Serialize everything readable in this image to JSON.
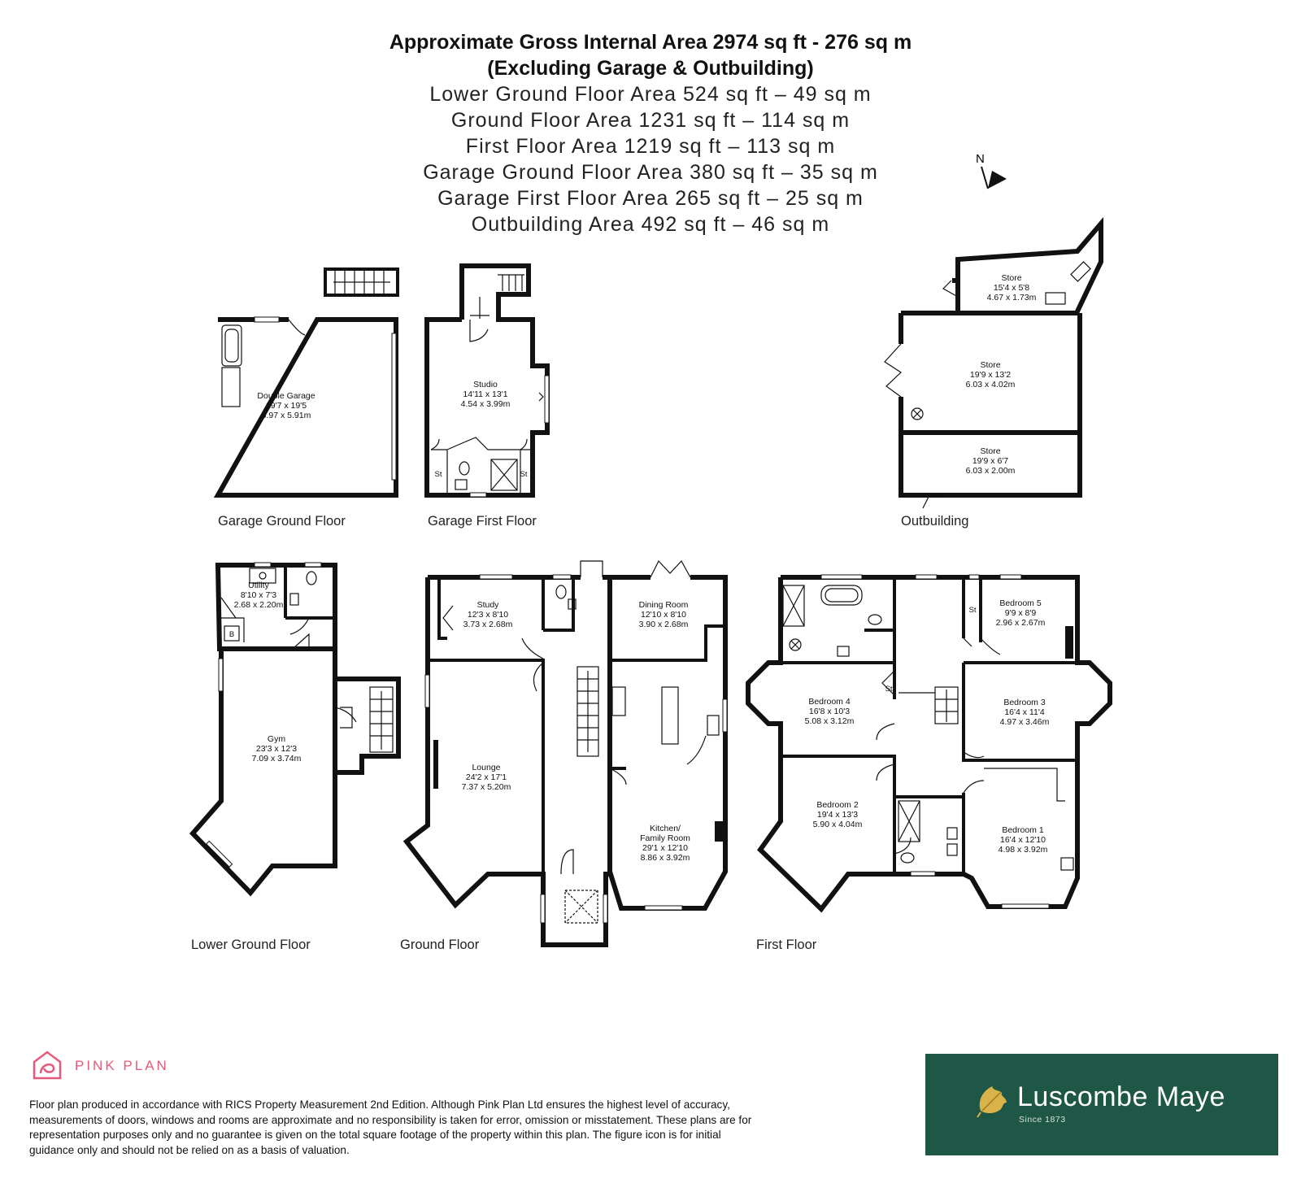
{
  "header": {
    "title_line1": "Approximate Gross Internal Area 2974 sq ft - 276 sq m",
    "title_line2": "(Excluding Garage & Outbuilding)",
    "areas": [
      "Lower Ground Floor Area 524 sq ft – 49 sq m",
      "Ground Floor Area 1231 sq ft – 114 sq m",
      "First Floor Area 1219 sq ft – 113 sq m",
      "Garage Ground Floor Area 380 sq ft – 35 sq m",
      "Garage First Floor Area 265 sq ft – 25 sq m",
      "Outbuilding Area 492 sq ft – 46 sq m"
    ]
  },
  "compass": {
    "label": "N",
    "icon": "north-arrow-icon"
  },
  "floor_labels": {
    "garage_ground": "Garage Ground Floor",
    "garage_first": "Garage First Floor",
    "outbuilding": "Outbuilding",
    "lower_ground": "Lower Ground Floor",
    "ground": "Ground Floor",
    "first": "First Floor"
  },
  "rooms": {
    "double_garage": {
      "name": "Double Garage",
      "imperial": "19'7 x 19'5",
      "metric": "5.97 x 5.91m"
    },
    "studio": {
      "name": "Studio",
      "imperial": "14'11 x 13'1",
      "metric": "4.54 x 3.99m"
    },
    "store_top": {
      "name": "Store",
      "imperial": "15'4 x 5'8",
      "metric": "4.67 x 1.73m"
    },
    "store_mid": {
      "name": "Store",
      "imperial": "19'9 x 13'2",
      "metric": "6.03 x 4.02m"
    },
    "store_bottom": {
      "name": "Store",
      "imperial": "19'9 x 6'7",
      "metric": "6.03 x 2.00m"
    },
    "utility": {
      "name": "Utility",
      "imperial": "8'10 x 7'3",
      "metric": "2.68 x 2.20m"
    },
    "gym": {
      "name": "Gym",
      "imperial": "23'3 x 12'3",
      "metric": "7.09 x 3.74m"
    },
    "study": {
      "name": "Study",
      "imperial": "12'3 x 8'10",
      "metric": "3.73 x 2.68m"
    },
    "dining": {
      "name": "Dining Room",
      "imperial": "12'10 x 8'10",
      "metric": "3.90 x 2.68m"
    },
    "lounge": {
      "name": "Lounge",
      "imperial": "24'2 x 17'1",
      "metric": "7.37 x 5.20m"
    },
    "kitchen": {
      "name": "Kitchen/",
      "name2": "Family Room",
      "imperial": "29'1 x 12'10",
      "metric": "8.86 x 3.92m"
    },
    "bedroom4": {
      "name": "Bedroom 4",
      "imperial": "16'8 x 10'3",
      "metric": "5.08 x 3.12m"
    },
    "bedroom5": {
      "name": "Bedroom 5",
      "imperial": "9'9 x 8'9",
      "metric": "2.96 x 2.67m"
    },
    "bedroom3": {
      "name": "Bedroom 3",
      "imperial": "16'4 x 11'4",
      "metric": "4.97 x 3.46m"
    },
    "bedroom2": {
      "name": "Bedroom 2",
      "imperial": "19'4 x 13'3",
      "metric": "5.90 x 4.04m"
    },
    "bedroom1": {
      "name": "Bedroom 1",
      "imperial": "16'4 x 12'10",
      "metric": "4.98 x 3.92m"
    }
  },
  "small_marks": {
    "st": "St",
    "b": "B"
  },
  "footer": {
    "brand": "PINK PLAN",
    "brand_color": "#e55a7b",
    "disclaimer": "Floor plan produced in accordance with RICS Property Measurement 2nd Edition. Although Pink Plan Ltd ensures the highest level of accuracy, measurements of doors, windows and rooms are approximate and no responsibility is taken for error, omission or misstatement. These plans are for representation purposes only and no guarantee is given on the total square footage of the property within this plan. The figure icon is for initial guidance only and should not be relied on as a basis of valuation.",
    "agent_name": "Luscombe Maye",
    "agent_since": "Since 1873",
    "agent_bg": "#1f5747"
  }
}
